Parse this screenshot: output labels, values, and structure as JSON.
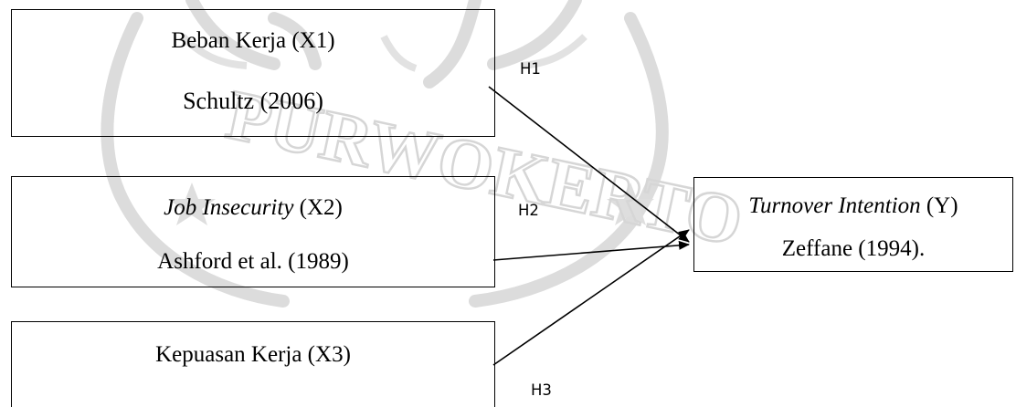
{
  "boxes": {
    "x1": {
      "line1": "Beban Kerja (X1)",
      "line2": "Schultz (2006)"
    },
    "x2": {
      "line1_italic": "Job Insecurity",
      "line1_rest": " (X2)",
      "line2": "Ashford et al. (1989)"
    },
    "x3": {
      "line1": "Kepuasan Kerja (X3)"
    },
    "y": {
      "line1_italic": "Turnover Intention",
      "line1_rest": " (Y)",
      "line2": "Zeffane (1994)."
    }
  },
  "hypotheses": {
    "h1": "H1",
    "h2": "H2",
    "h3": "H3"
  },
  "watermark": {
    "color": "#d9d9d9",
    "text": "PURWOKERTO"
  }
}
